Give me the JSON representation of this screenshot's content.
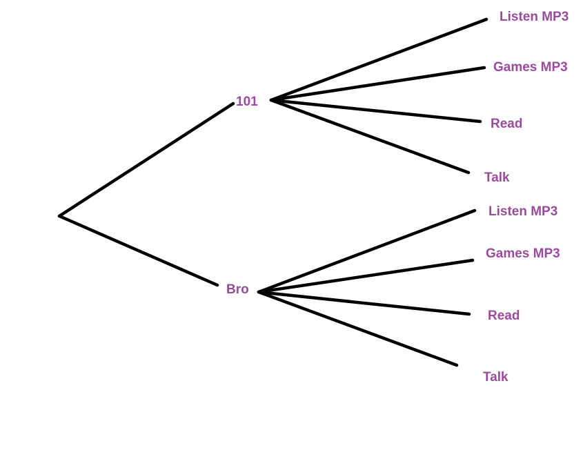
{
  "color": "#9b4a9e",
  "root": {
    "children": [
      {
        "label": "101",
        "leaves": [
          "Listen MP3",
          "Games MP3",
          "Read",
          "Talk"
        ]
      },
      {
        "label": "Bro",
        "leaves": [
          "Listen MP3",
          "Games MP3",
          "Read",
          "Talk"
        ]
      }
    ]
  }
}
